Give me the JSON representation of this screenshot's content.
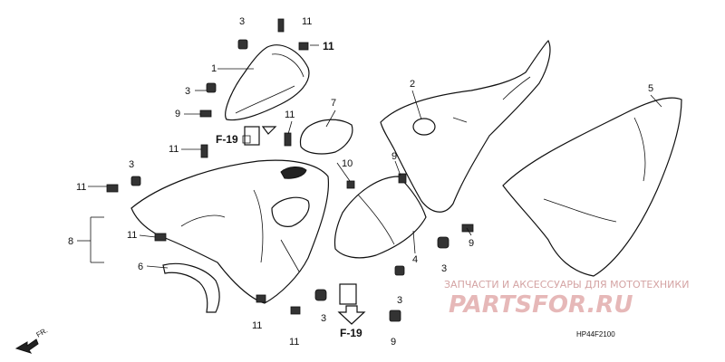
{
  "diagram": {
    "part_numbers": {
      "p1": "1",
      "p2": "2",
      "p3": "3",
      "p4": "4",
      "p5": "5",
      "p6": "6",
      "p7": "7",
      "p8": "8",
      "p9": "9",
      "p10": "10",
      "p11": "11"
    },
    "reference_label": "F-19",
    "forward_label": "FR.",
    "drawing_code": "HP44F2100"
  },
  "watermark": {
    "tagline": "ЗАПЧАСТИ И АКСЕССУАРЫ ДЛЯ МОТОТЕХНИКИ",
    "brand": "PARTSFOR.RU"
  },
  "colors": {
    "line": "#111111",
    "background": "#ffffff",
    "watermark": "#e6b8b8"
  }
}
